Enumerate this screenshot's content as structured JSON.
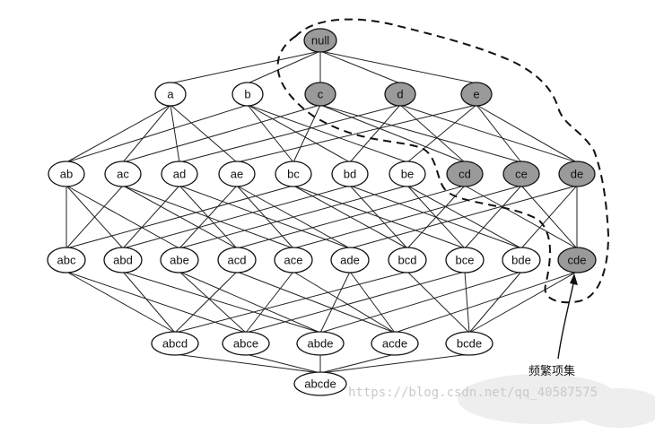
{
  "diagram": {
    "colors": {
      "frequent_fill": "#9a9a9a",
      "normal_fill": "#ffffff",
      "stroke": "#111111",
      "edge": "#222222"
    },
    "nodes": [
      {
        "id": "null",
        "label": "null",
        "frequent": true
      },
      {
        "id": "a",
        "label": "a",
        "frequent": false
      },
      {
        "id": "b",
        "label": "b",
        "frequent": false
      },
      {
        "id": "c",
        "label": "c",
        "frequent": true
      },
      {
        "id": "d",
        "label": "d",
        "frequent": true
      },
      {
        "id": "e",
        "label": "e",
        "frequent": true
      },
      {
        "id": "ab",
        "label": "ab",
        "frequent": false
      },
      {
        "id": "ac",
        "label": "ac",
        "frequent": false
      },
      {
        "id": "ad",
        "label": "ad",
        "frequent": false
      },
      {
        "id": "ae",
        "label": "ae",
        "frequent": false
      },
      {
        "id": "bc",
        "label": "bc",
        "frequent": false
      },
      {
        "id": "bd",
        "label": "bd",
        "frequent": false
      },
      {
        "id": "be",
        "label": "be",
        "frequent": false
      },
      {
        "id": "cd",
        "label": "cd",
        "frequent": true
      },
      {
        "id": "ce",
        "label": "ce",
        "frequent": true
      },
      {
        "id": "de",
        "label": "de",
        "frequent": true
      },
      {
        "id": "abc",
        "label": "abc",
        "frequent": false
      },
      {
        "id": "abd",
        "label": "abd",
        "frequent": false
      },
      {
        "id": "abe",
        "label": "abe",
        "frequent": false
      },
      {
        "id": "acd",
        "label": "acd",
        "frequent": false
      },
      {
        "id": "ace",
        "label": "ace",
        "frequent": false
      },
      {
        "id": "ade",
        "label": "ade",
        "frequent": false
      },
      {
        "id": "bcd",
        "label": "bcd",
        "frequent": false
      },
      {
        "id": "bce",
        "label": "bce",
        "frequent": false
      },
      {
        "id": "bde",
        "label": "bde",
        "frequent": false
      },
      {
        "id": "cde",
        "label": "cde",
        "frequent": true
      },
      {
        "id": "abcd",
        "label": "abcd",
        "frequent": false
      },
      {
        "id": "abce",
        "label": "abce",
        "frequent": false
      },
      {
        "id": "abde",
        "label": "abde",
        "frequent": false
      },
      {
        "id": "acde",
        "label": "acde",
        "frequent": false
      },
      {
        "id": "bcde",
        "label": "bcde",
        "frequent": false
      },
      {
        "id": "abcde",
        "label": "abcde",
        "frequent": false
      }
    ],
    "legend": {
      "label": "频繁项集"
    }
  },
  "watermark": {
    "text": "https://blog.csdn.net/qq_40587575"
  }
}
